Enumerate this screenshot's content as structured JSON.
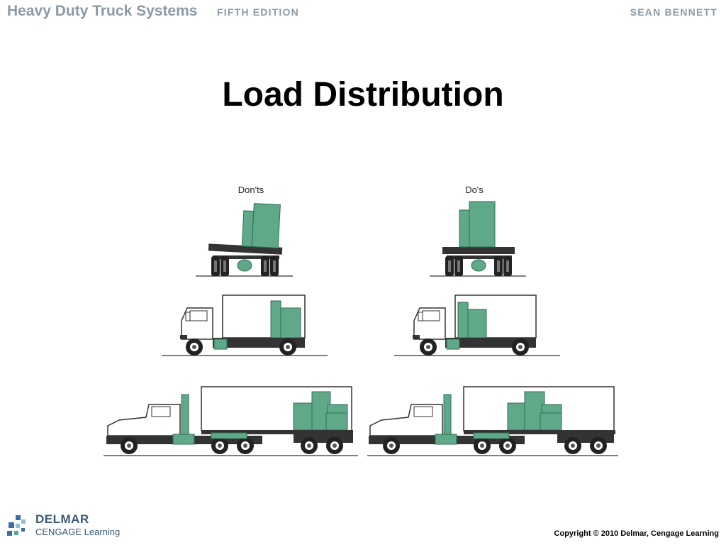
{
  "header": {
    "book_title": "Heavy Duty Truck Systems",
    "edition": "FIFTH EDITION",
    "author": "SEAN BENNETT"
  },
  "slide": {
    "title": "Load Distribution"
  },
  "figure": {
    "donts_label": "Don'ts",
    "dos_label": "Do's",
    "colors": {
      "cargo": "#5fa888",
      "cargo_dark": "#2f6e55",
      "chassis": "#333333",
      "tire": "#222222",
      "body": "#ffffff"
    }
  },
  "footer": {
    "publisher_name": "DELMAR",
    "publisher_sub": "CENGAGE Learning",
    "copyright": "Copyright © 2010 Delmar, Cengage Learning"
  }
}
